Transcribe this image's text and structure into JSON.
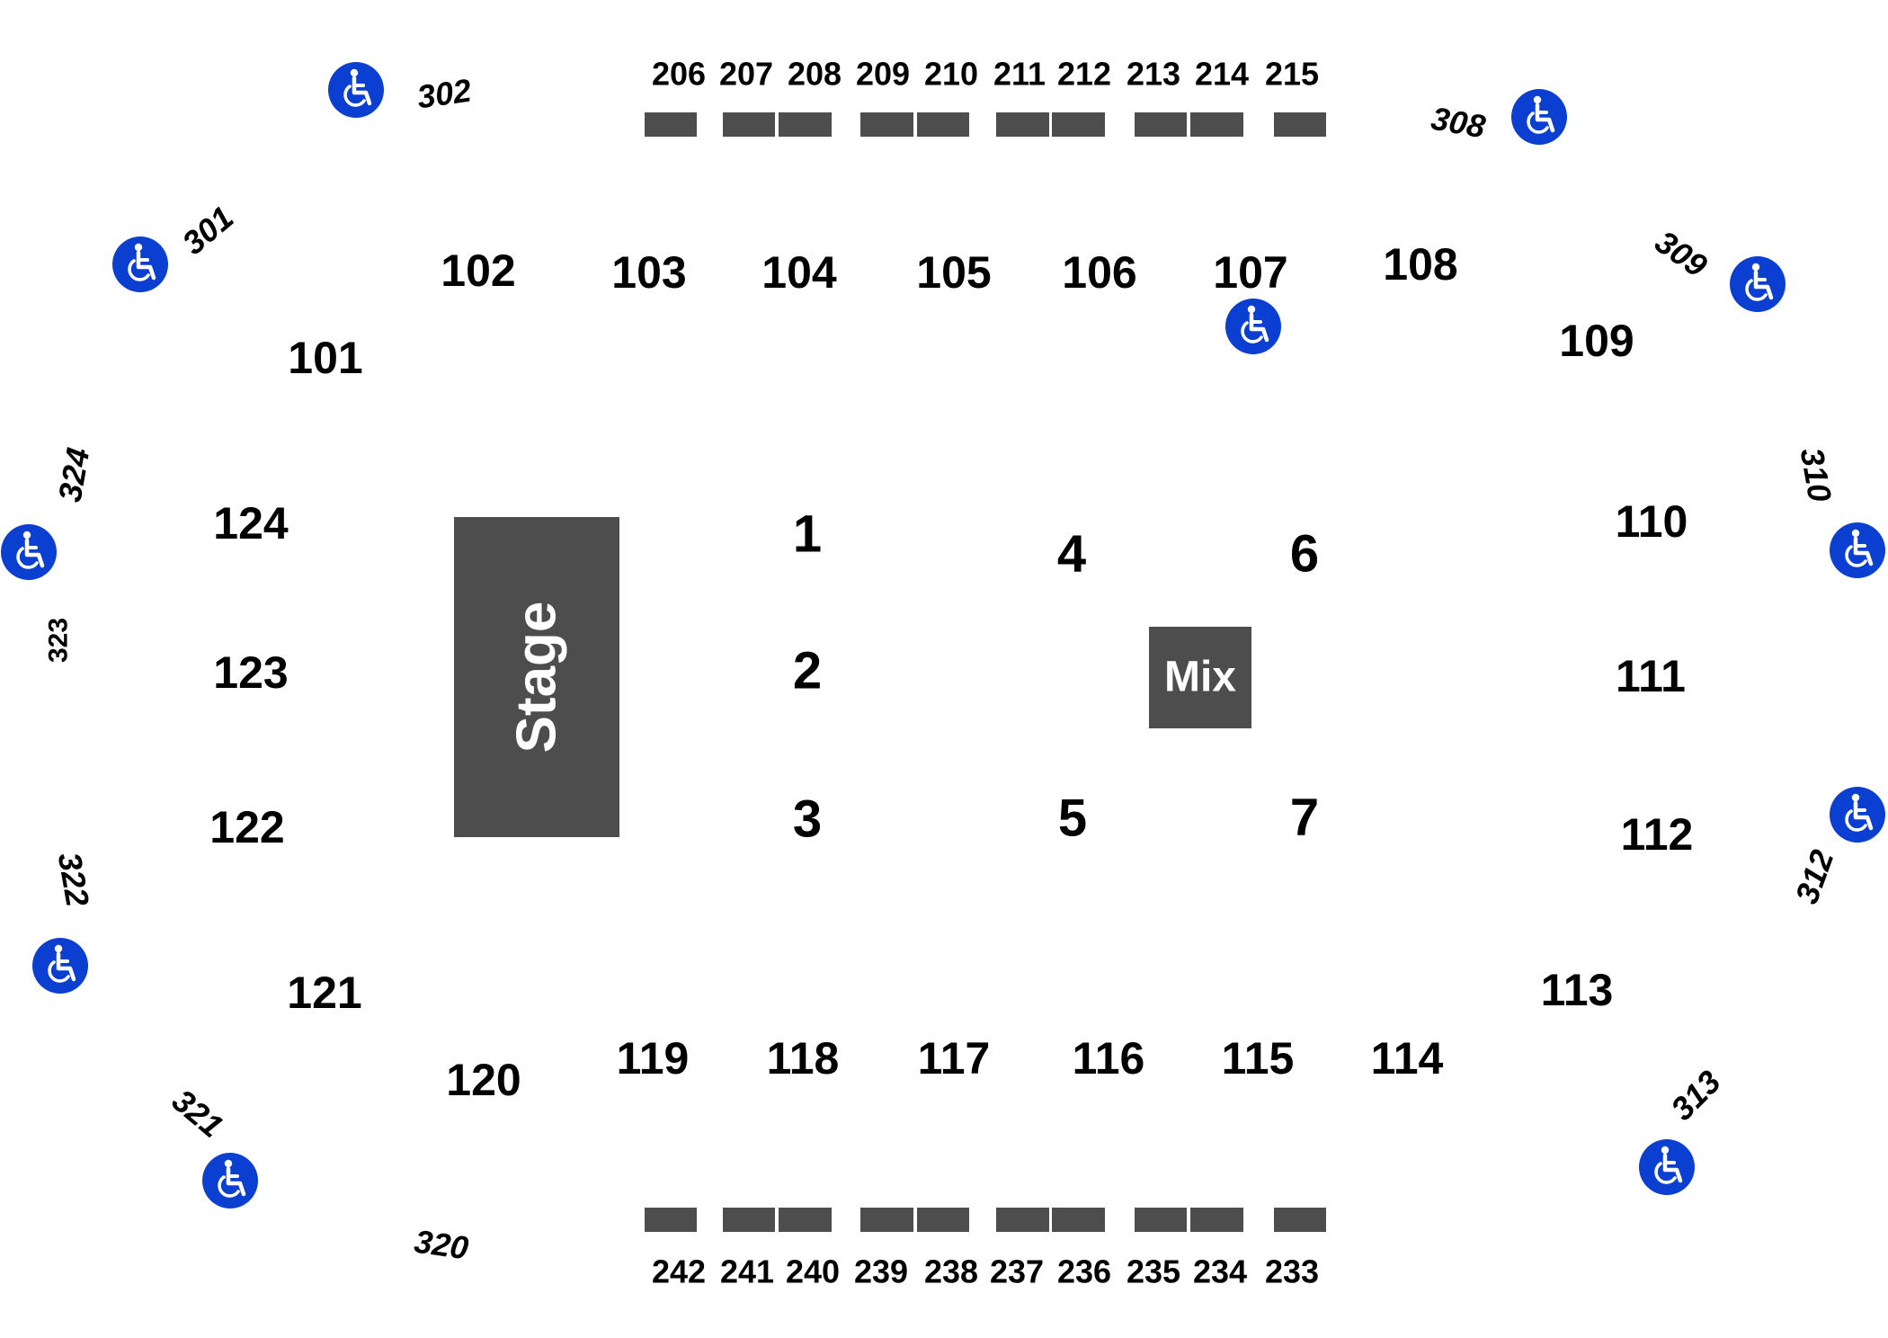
{
  "colors": {
    "block": "#4d4d4d",
    "accessible": "#0a3fd1",
    "text": "#000000",
    "white": "#ffffff"
  },
  "icon": "wheelchair-accessible-icon",
  "stage": {
    "label": "Stage"
  },
  "mix": {
    "label": "Mix"
  },
  "floor_sections": [
    "1",
    "2",
    "3",
    "4",
    "5",
    "6",
    "7"
  ],
  "lower_sections": [
    "101",
    "102",
    "103",
    "104",
    "105",
    "106",
    "107",
    "108",
    "109",
    "110",
    "111",
    "112",
    "113",
    "114",
    "115",
    "116",
    "117",
    "118",
    "119",
    "120",
    "121",
    "122",
    "123",
    "124"
  ],
  "suites_top": [
    "206",
    "207",
    "208",
    "209",
    "210",
    "211",
    "212",
    "213",
    "214",
    "215"
  ],
  "suites_bottom": [
    "242",
    "241",
    "240",
    "239",
    "238",
    "237",
    "236",
    "235",
    "234",
    "233"
  ],
  "upper_sections": [
    "302",
    "301",
    "308",
    "309",
    "324",
    "323",
    "310",
    "322",
    "312",
    "321",
    "313",
    "320"
  ]
}
